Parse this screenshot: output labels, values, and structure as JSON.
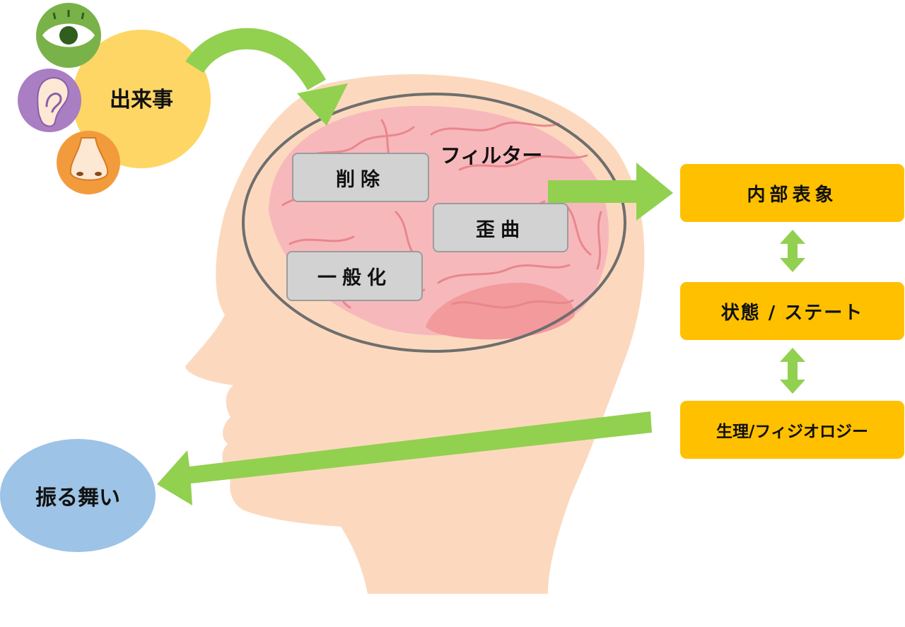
{
  "event": "出来事",
  "senses": {
    "eye": "eye-icon",
    "ear": "ear-icon",
    "nose": "nose-icon"
  },
  "filter": {
    "title": "フィルター",
    "items": [
      "削除",
      "歪曲",
      "一般化"
    ]
  },
  "chain": [
    "内部表象",
    "状態 / ステート",
    "生理/フィジオロジー"
  ],
  "output": "振る舞い",
  "colors": {
    "arrow": "#92d050",
    "box": "#ffc000",
    "filter_box": "#d2d2d2",
    "event_circle": "#fdd666",
    "behavior_circle": "#9dc3e6",
    "skin": "#fcd9be",
    "brain": "#f7b8bc"
  }
}
